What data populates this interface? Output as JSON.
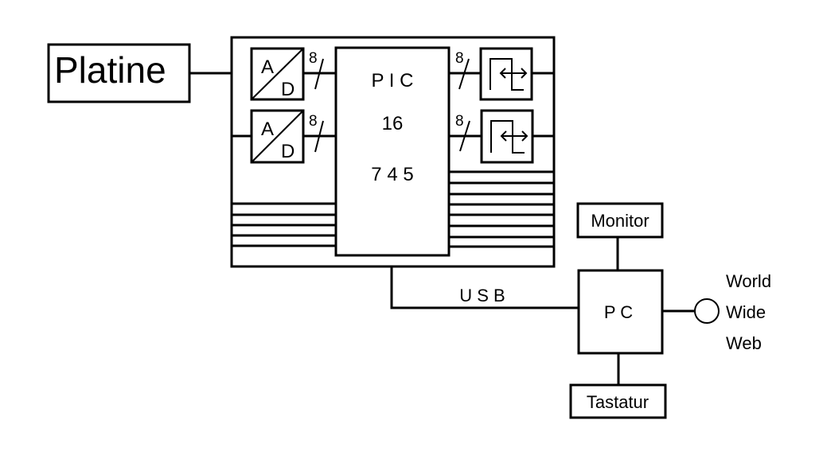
{
  "diagram": {
    "platine": {
      "label": "Platine"
    },
    "adc": [
      {
        "top": "A",
        "bottom": "D",
        "bus_width": "8"
      },
      {
        "top": "A",
        "bottom": "D",
        "bus_width": "8"
      }
    ],
    "pic": {
      "line1": "P I C",
      "line2": "16",
      "line3": "7 4 5"
    },
    "pulse_outputs": [
      {
        "bus_width": "8"
      },
      {
        "bus_width": "8"
      }
    ],
    "usb": {
      "label": "U S B"
    },
    "pc": {
      "label": "P C"
    },
    "monitor": {
      "label": "Monitor"
    },
    "keyboard": {
      "label": "Tastatur"
    },
    "www": {
      "line1": "World",
      "line2": "Wide",
      "line3": "Web"
    }
  }
}
